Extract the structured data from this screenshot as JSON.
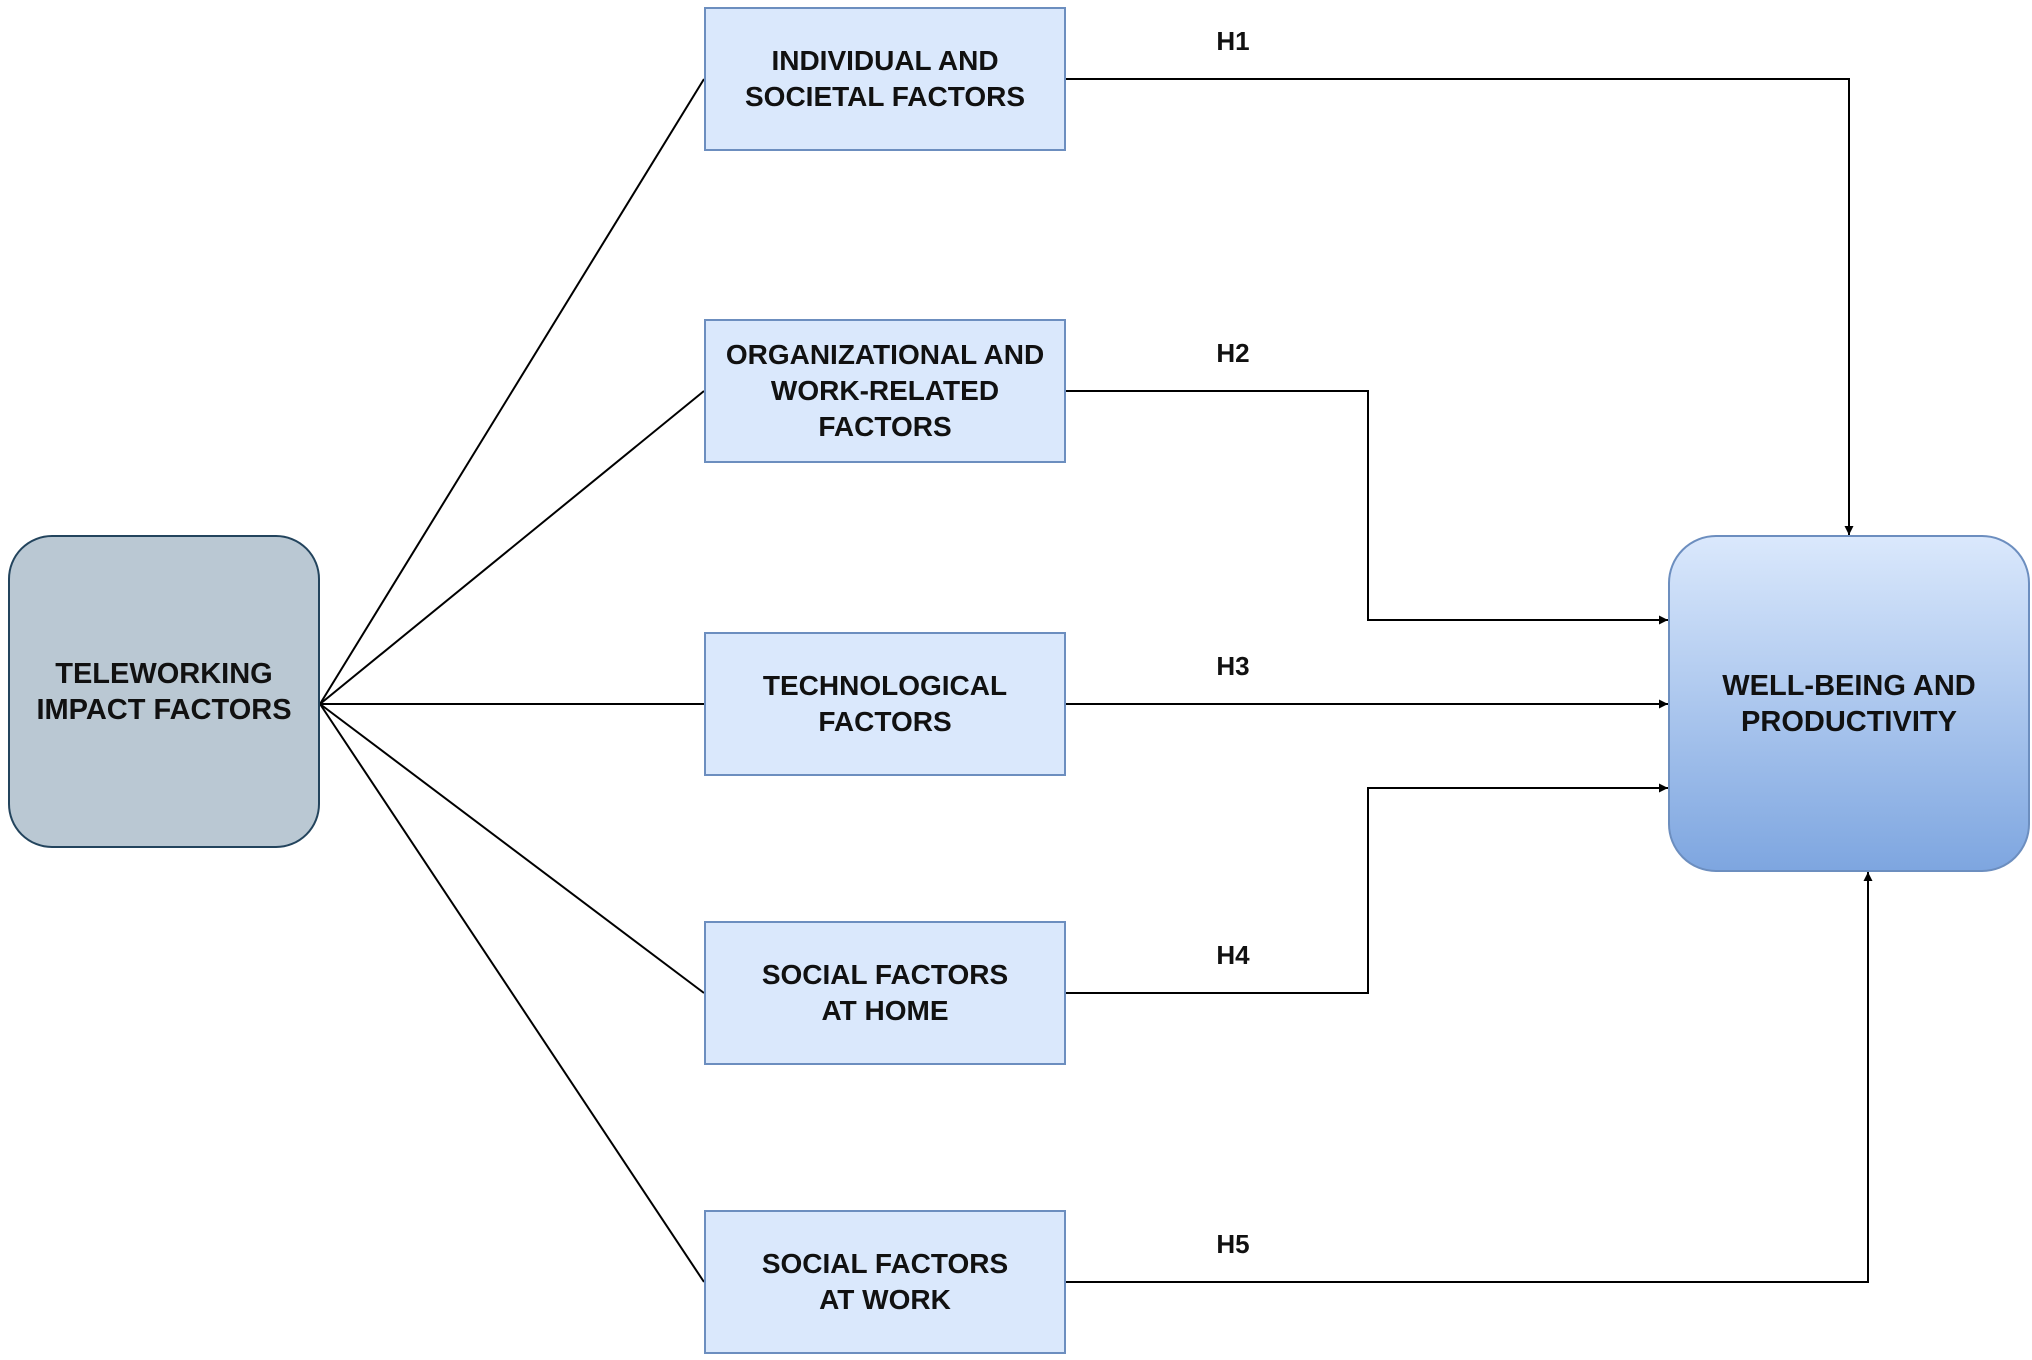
{
  "source_node": {
    "label": "TELEWORKING\nIMPACT FACTORS"
  },
  "target_node": {
    "label": "WELL-BEING AND\nPRODUCTIVITY"
  },
  "factors": [
    {
      "label": "INDIVIDUAL AND\nSOCIETAL FACTORS",
      "hypothesis": "H1"
    },
    {
      "label": "ORGANIZATIONAL AND\nWORK-RELATED\nFACTORS",
      "hypothesis": "H2"
    },
    {
      "label": "TECHNOLOGICAL\nFACTORS",
      "hypothesis": "H3"
    },
    {
      "label": "SOCIAL FACTORS\nAT HOME",
      "hypothesis": "H4"
    },
    {
      "label": "SOCIAL FACTORS\nAT WORK",
      "hypothesis": "H5"
    }
  ],
  "colors": {
    "factor_fill": "#dae8fc",
    "factor_border": "#6c8ebf",
    "source_fill": "#bac8d3",
    "source_border": "#23445d",
    "target_gradient_top": "#dae8fc",
    "target_gradient_bottom": "#7ea6e0",
    "connector": "#000000"
  }
}
